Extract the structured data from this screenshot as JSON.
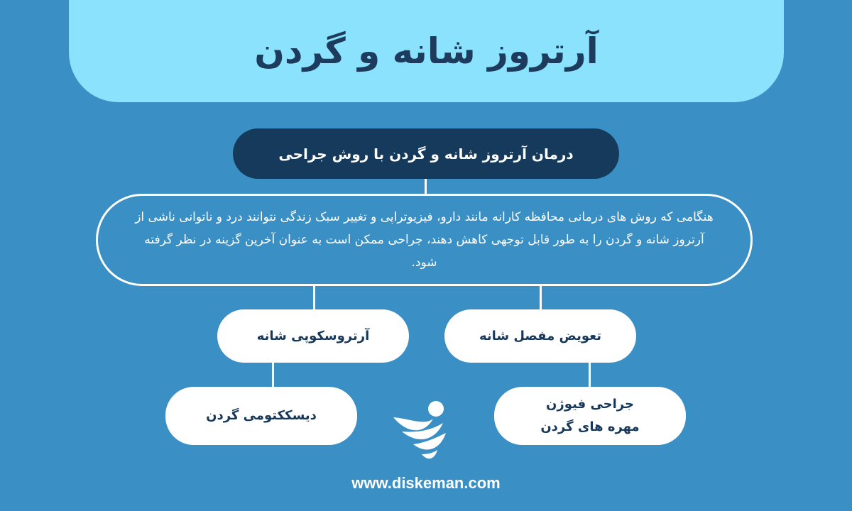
{
  "header": {
    "title": "آرتروز شانه و گردن"
  },
  "subtitle": "درمان آرتروز شانه و گردن با روش جراحی",
  "description": "هنگامی که روش های درمانی محافظه کارانه مانند دارو، فیزیوتراپی و تغییر سبک زندگی نتوانند درد و ناتوانی ناشی از آرتروز شانه و گردن را به طور قابل توجهی کاهش دهند، جراحی ممکن است به عنوان آخرین گزینه در نظر گرفته شود.",
  "options": {
    "shoulder_replacement": "تعویض مفصل شانه",
    "shoulder_arthroscopy": "آرتروسکوپی شانه",
    "cervical_fusion_line1": "جراحی فیوژن",
    "cervical_fusion_line2": "مهره های گردن",
    "cervical_discectomy": "دیسککتومی گردن"
  },
  "footer": {
    "url": "www.diskeman.com"
  },
  "colors": {
    "background": "#3a8fc4",
    "header_blob": "#8ae2fc",
    "title_text": "#1d3c5d",
    "dark_pill": "#153a5b",
    "node_bg": "#ffffff",
    "node_text": "#17385a"
  }
}
